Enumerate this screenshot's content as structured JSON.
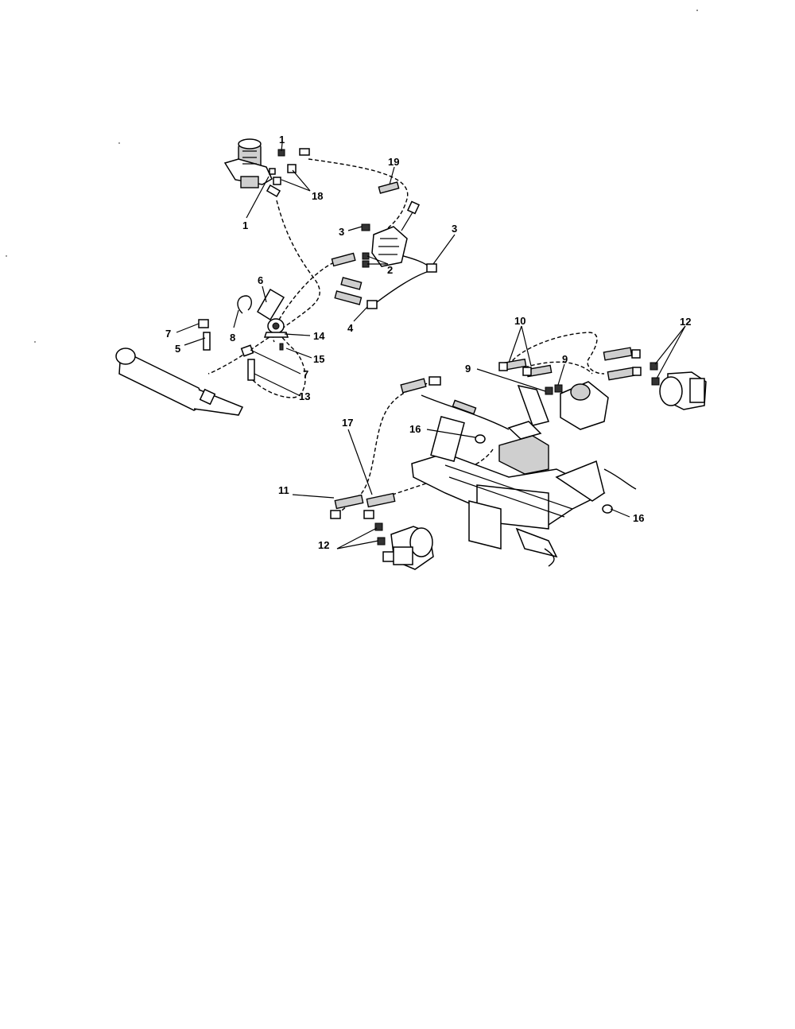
{
  "callouts": {
    "c1a": "1",
    "c1b": "1",
    "c18": "18",
    "c19": "19",
    "c3a": "3",
    "c3b": "3",
    "c2": "2",
    "c6": "6",
    "c4": "4",
    "c7a": "7",
    "c5": "5",
    "c8": "8",
    "c14": "14",
    "c15": "15",
    "c7b": "7",
    "c13": "13",
    "c10": "10",
    "c9a": "9",
    "c9b": "9",
    "c12a": "12",
    "c17": "17",
    "c16a": "16",
    "c11": "11",
    "c12b": "12",
    "c16b": "16"
  }
}
